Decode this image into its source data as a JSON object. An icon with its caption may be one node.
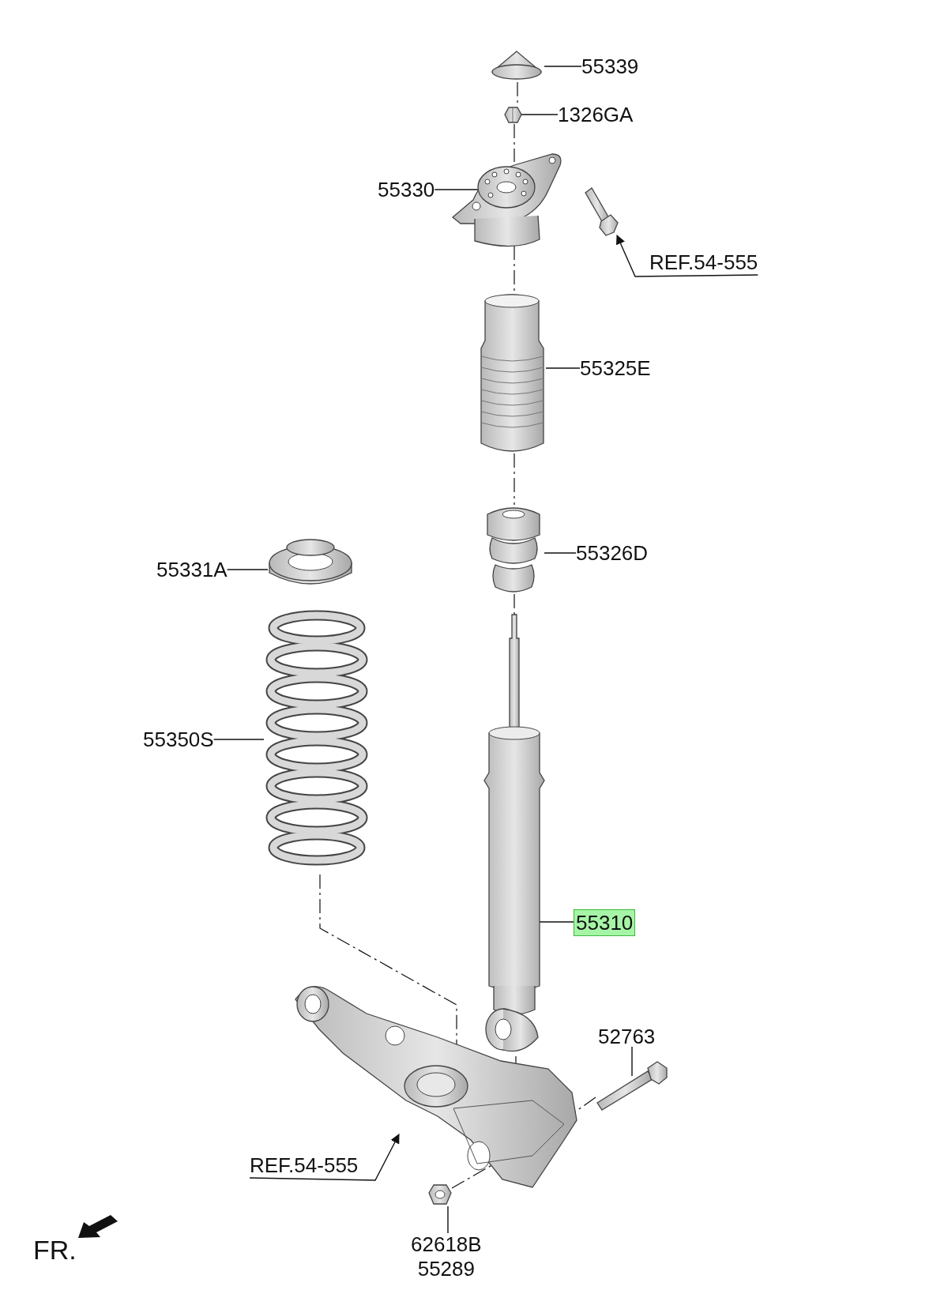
{
  "diagram": {
    "nodes": [
      {
        "text": [],
        "shape": "picture"
      },
      {
        "text": [
          "55339"
        ]
      },
      {
        "text": [],
        "shape": "picture"
      },
      {
        "text": [
          "1326GA"
        ]
      },
      {
        "text": [],
        "shape": "picture"
      },
      {
        "text": [
          "55330"
        ]
      },
      {
        "text": [],
        "shape": "picture"
      },
      {
        "text": [
          "REF.54-555"
        ]
      },
      {
        "text": [],
        "shape": "picture"
      },
      {
        "text": [
          "55325E"
        ]
      },
      {
        "text": [],
        "shape": "picture"
      },
      {
        "text": [
          "55326D"
        ]
      },
      {
        "text": [],
        "shape": "picture"
      },
      {
        "text": [
          "55331A"
        ]
      },
      {
        "text": [],
        "shape": "picture"
      },
      {
        "text": [
          "55350S"
        ]
      },
      {
        "text": [],
        "shape": "picture"
      },
      {
        "text": [
          "55310"
        ]
      },
      {
        "text": [],
        "shape": "picture"
      },
      {
        "text": [
          "52763"
        ]
      },
      {
        "text": [],
        "shape": "picture"
      },
      {
        "text": [
          "REF.54-555"
        ]
      },
      {
        "text": [],
        "shape": "picture"
      },
      {
        "text": [
          "62618B",
          "55289"
        ]
      }
    ],
    "edges": [
      {
        "from": 1,
        "to": 0,
        "arrow": "none"
      },
      {
        "from": 3,
        "to": 2,
        "arrow": "none"
      },
      {
        "from": 5,
        "to": 4,
        "arrow": "none"
      },
      {
        "from": 7,
        "to": 6,
        "arrow": "to"
      },
      {
        "from": 9,
        "to": 8,
        "arrow": "none"
      },
      {
        "from": 11,
        "to": 10,
        "arrow": "none"
      },
      {
        "from": 13,
        "to": 12,
        "arrow": "none"
      },
      {
        "from": 15,
        "to": 14,
        "arrow": "none"
      },
      {
        "from": 17,
        "to": 16,
        "arrow": "none"
      },
      {
        "from": 19,
        "to": 20,
        "arrow": "none"
      },
      {
        "from": 21,
        "to": 18,
        "arrow": "to"
      },
      {
        "from": 23,
        "to": 22,
        "arrow": "none"
      },
      {
        "from": 0,
        "to": 2,
        "arrow": "none",
        "style": "dashed"
      },
      {
        "from": 2,
        "to": 4,
        "arrow": "none",
        "style": "dashed"
      },
      {
        "from": 4,
        "to": 8,
        "arrow": "none",
        "style": "dashed"
      },
      {
        "from": 8,
        "to": 10,
        "arrow": "none",
        "style": "dashed"
      },
      {
        "from": 10,
        "to": 16,
        "arrow": "none",
        "style": "dashed"
      },
      {
        "from": 14,
        "to": 18,
        "arrow": "none",
        "style": "dashed"
      },
      {
        "from": 16,
        "to": 18,
        "arrow": "none",
        "style": "dashed"
      },
      {
        "from": 20,
        "to": 18,
        "arrow": "none",
        "style": "dashed"
      },
      {
        "from": 22,
        "to": 18,
        "arrow": "none",
        "style": "dashed"
      }
    ],
    "labels": [
      "FR."
    ]
  }
}
